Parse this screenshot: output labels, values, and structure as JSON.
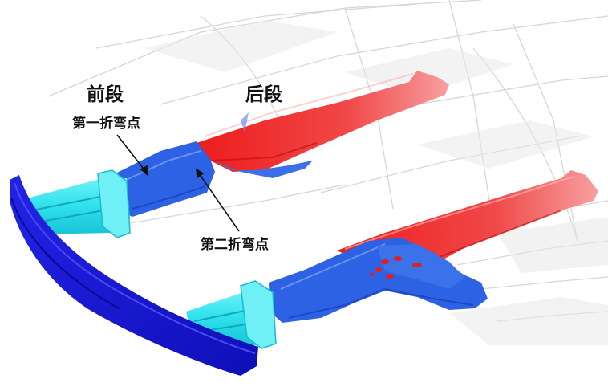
{
  "labels": {
    "front_section": "前段",
    "rear_section": "后段",
    "first_bend_point": "第一折弯点",
    "second_bend_point": "第二折弯点"
  },
  "colors": {
    "front_section": "#1f5ae0",
    "rear_section": "#ee1b1b",
    "bumper_beam": "#1a1ad8",
    "crash_box": "#2ee6f0",
    "background_structure": "#c9c9c9",
    "annotation_text": "#111111"
  }
}
